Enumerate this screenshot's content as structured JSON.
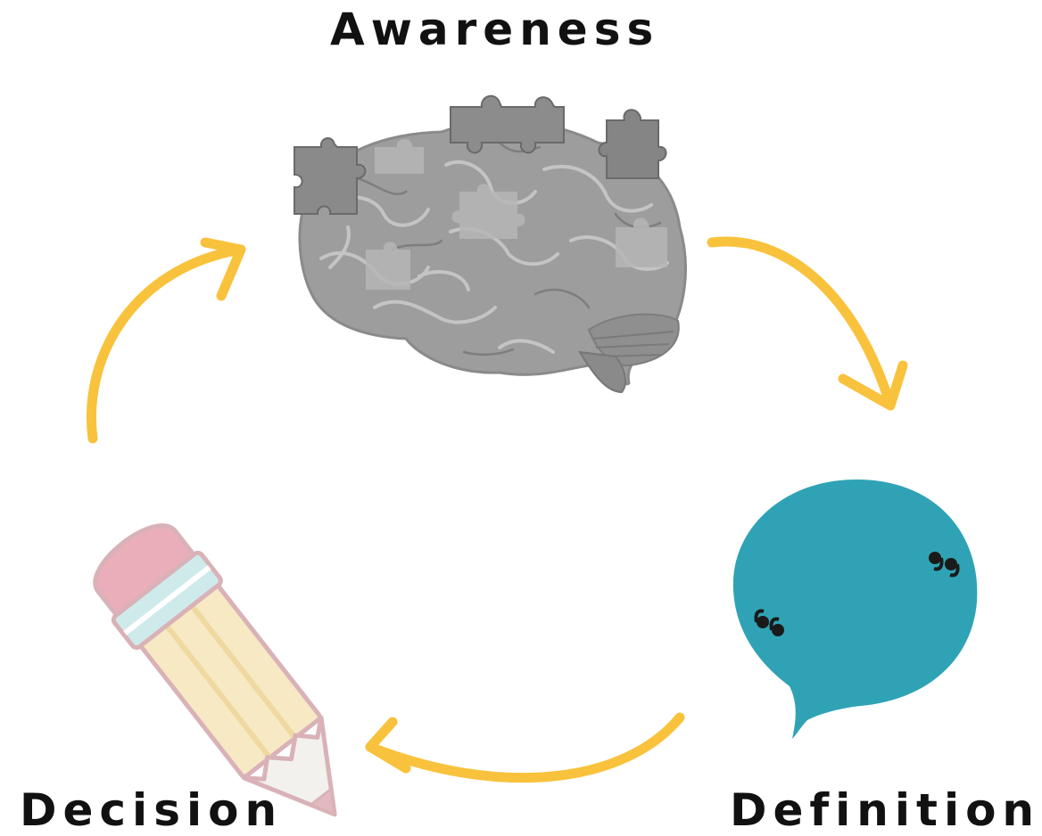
{
  "diagram": {
    "stages": [
      {
        "label": "Awareness",
        "icon": "brain-puzzle-icon"
      },
      {
        "label": "Definition",
        "icon": "speech-bubble-icon"
      },
      {
        "label": "Decision",
        "icon": "pencil-icon"
      }
    ],
    "connector_icon": "curved-arrow-icon",
    "colors": {
      "arrow": "#f9c23c",
      "brain": "#9d9d9d",
      "puzzle": "#7f7f7f",
      "bubble": "#2fa3b5",
      "quote": "#1a1a1a",
      "pencil_eraser": "#e9aeb9",
      "pencil_band": "#cfeaea",
      "pencil_body": "#f6e9c4",
      "pencil_outline": "#d9b2b8",
      "text": "#111111"
    }
  }
}
